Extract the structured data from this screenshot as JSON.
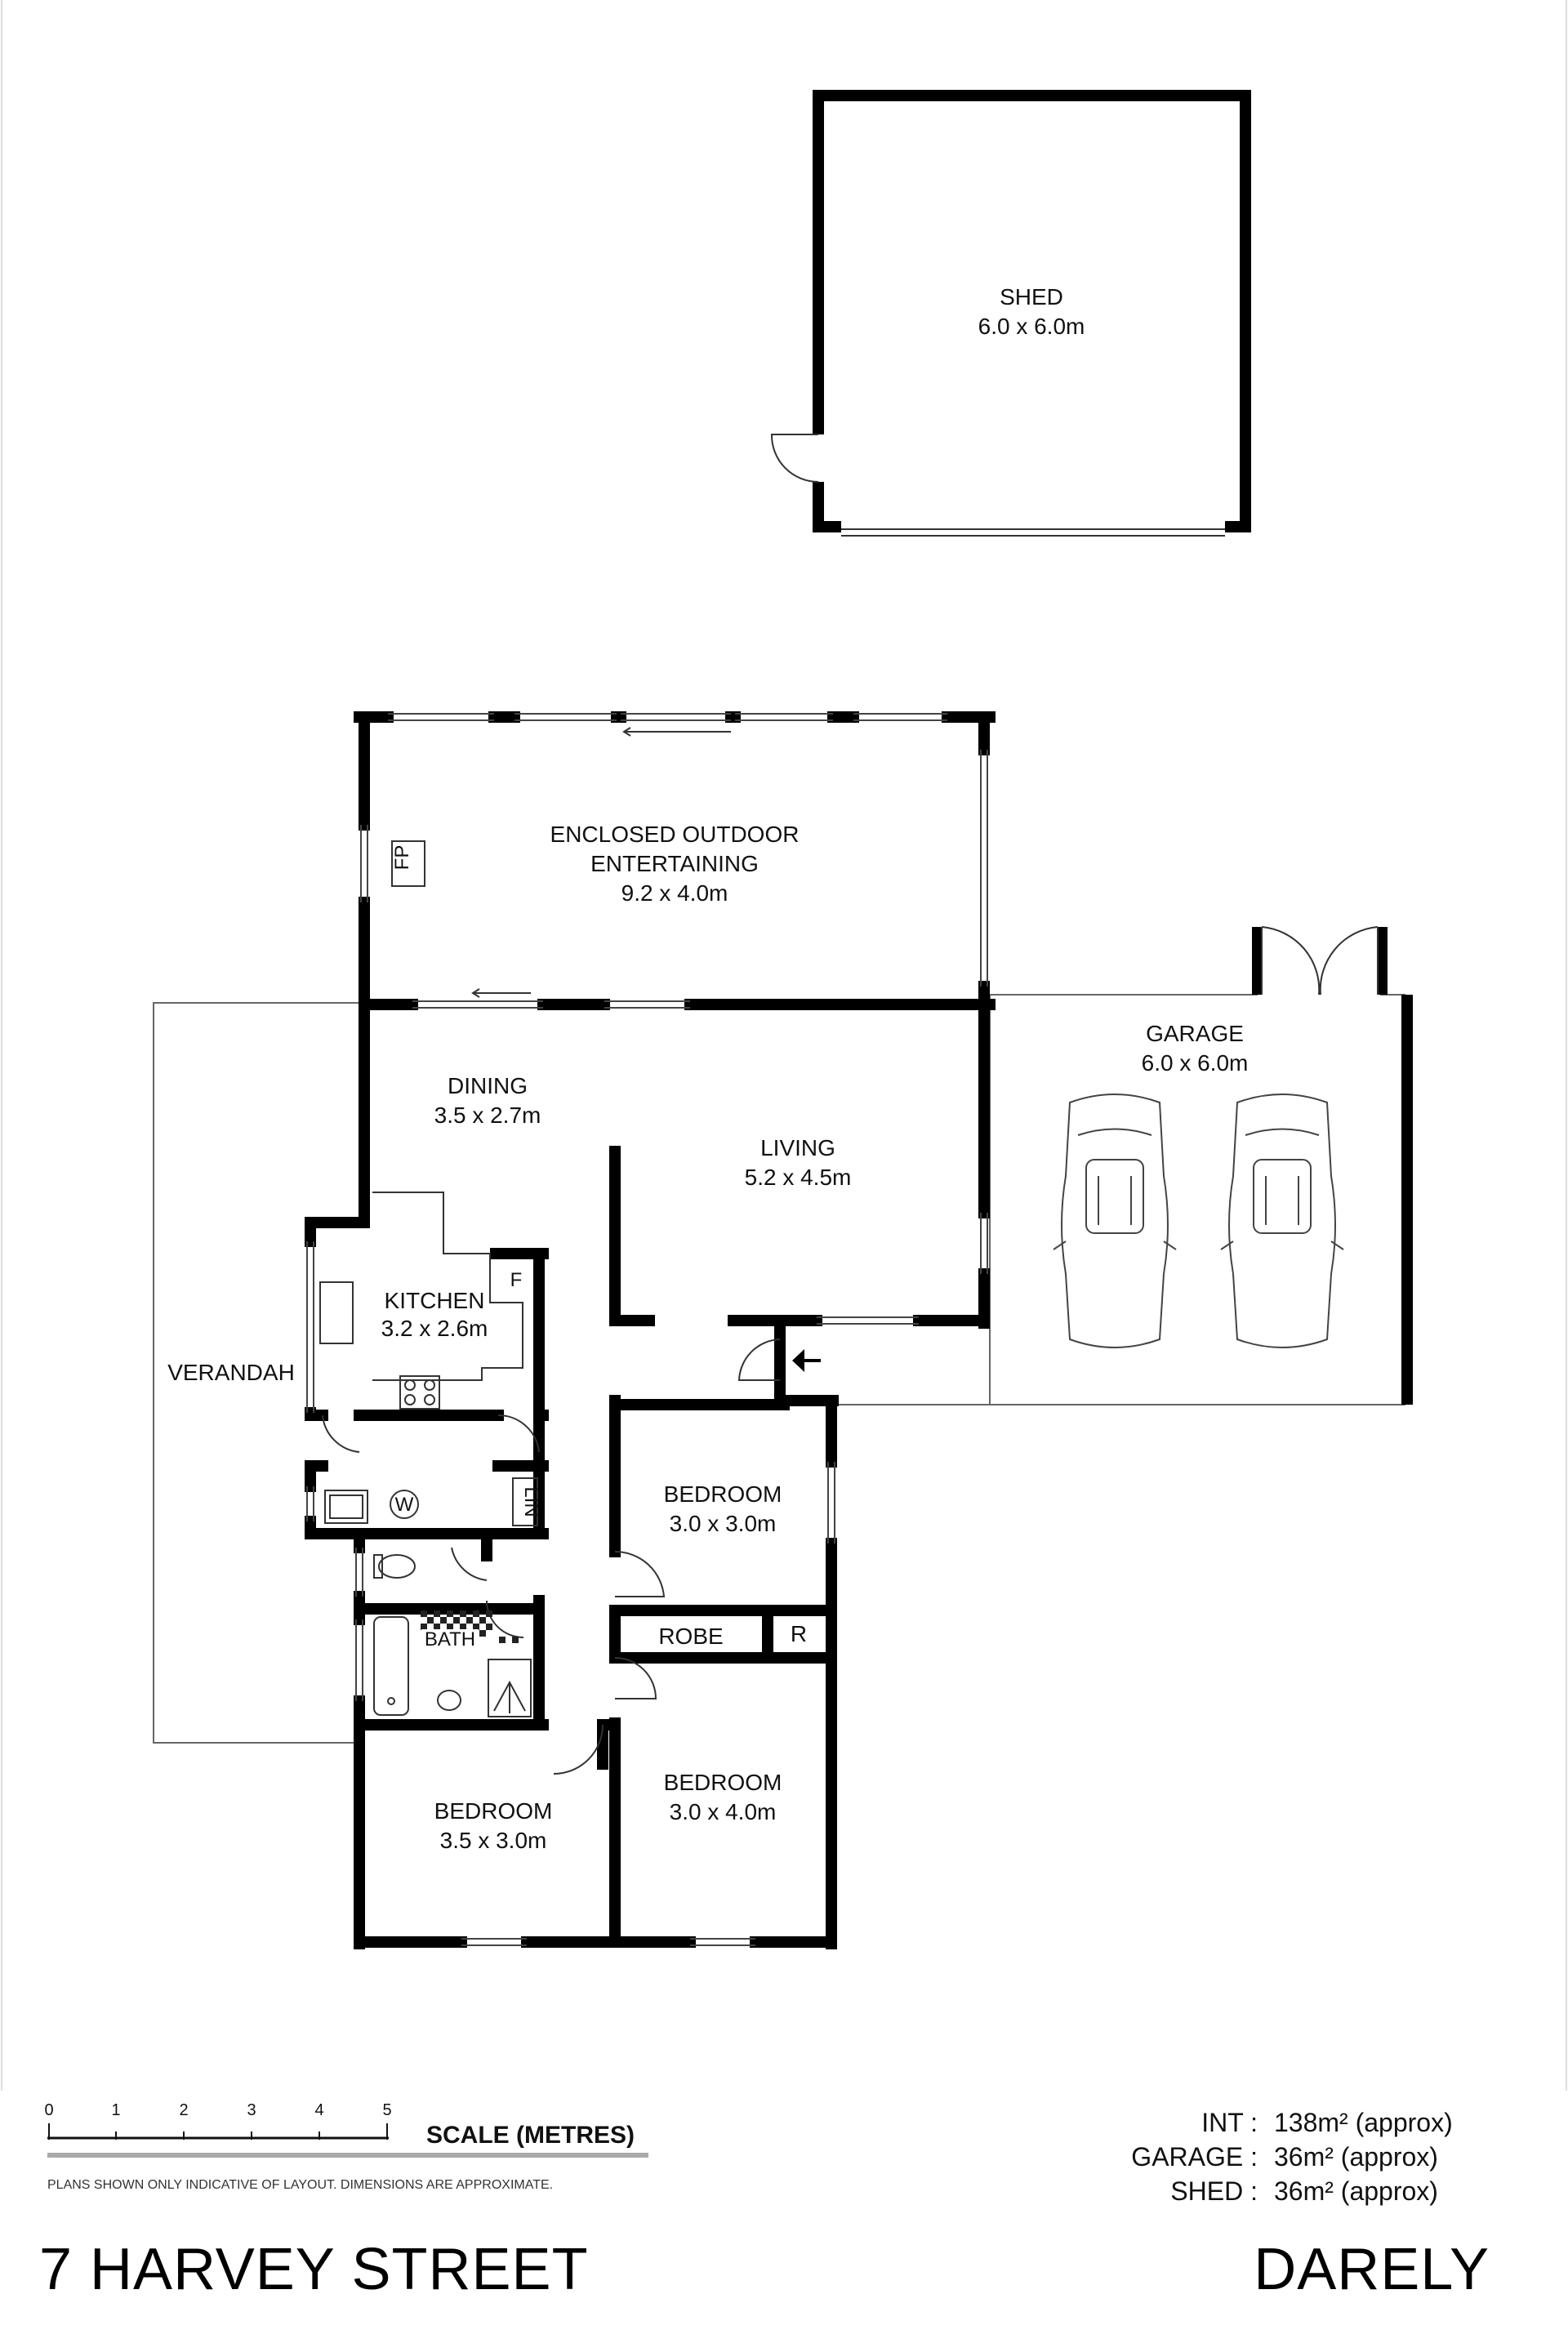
{
  "rooms": {
    "shed": {
      "name": "SHED",
      "dims": "6.0 x 6.0m"
    },
    "outdoor": {
      "name_line1": "ENCLOSED OUTDOOR",
      "name_line2": "ENTERTAINING",
      "dims": "9.2 x 4.0m",
      "fp": "FP"
    },
    "dining": {
      "name": "DINING",
      "dims": "3.5 x 2.7m"
    },
    "living": {
      "name": "LIVING",
      "dims": "5.2 x 4.5m"
    },
    "garage": {
      "name": "GARAGE",
      "dims": "6.0 x 6.0m"
    },
    "kitchen": {
      "name": "KITCHEN",
      "dims": "3.2 x 2.6m",
      "fridge": "F"
    },
    "verandah": {
      "name": "VERANDAH"
    },
    "laundry": {
      "washer": "W",
      "linen": "LIN"
    },
    "bedroom1": {
      "name": "BEDROOM",
      "dims": "3.0 x 3.0m"
    },
    "robe": {
      "name": "ROBE",
      "small": "R"
    },
    "bath": {
      "name": "BATH"
    },
    "bedroom2": {
      "name": "BEDROOM",
      "dims": "3.5 x 3.0m"
    },
    "bedroom3": {
      "name": "BEDROOM",
      "dims": "3.0 x 4.0m"
    }
  },
  "scale": {
    "ticks": [
      "0",
      "1",
      "2",
      "3",
      "4",
      "5"
    ],
    "label": "SCALE (METRES)",
    "disclaimer": "PLANS SHOWN ONLY INDICATIVE OF LAYOUT. DIMENSIONS ARE APPROXIMATE."
  },
  "areas": [
    {
      "key": "INT :",
      "value": "138m² (approx)"
    },
    {
      "key": "GARAGE :",
      "value": "36m² (approx)"
    },
    {
      "key": "SHED :",
      "value": "36m² (approx)"
    }
  ],
  "footer": {
    "address": "7 HARVEY STREET",
    "suburb": "DARELY"
  }
}
